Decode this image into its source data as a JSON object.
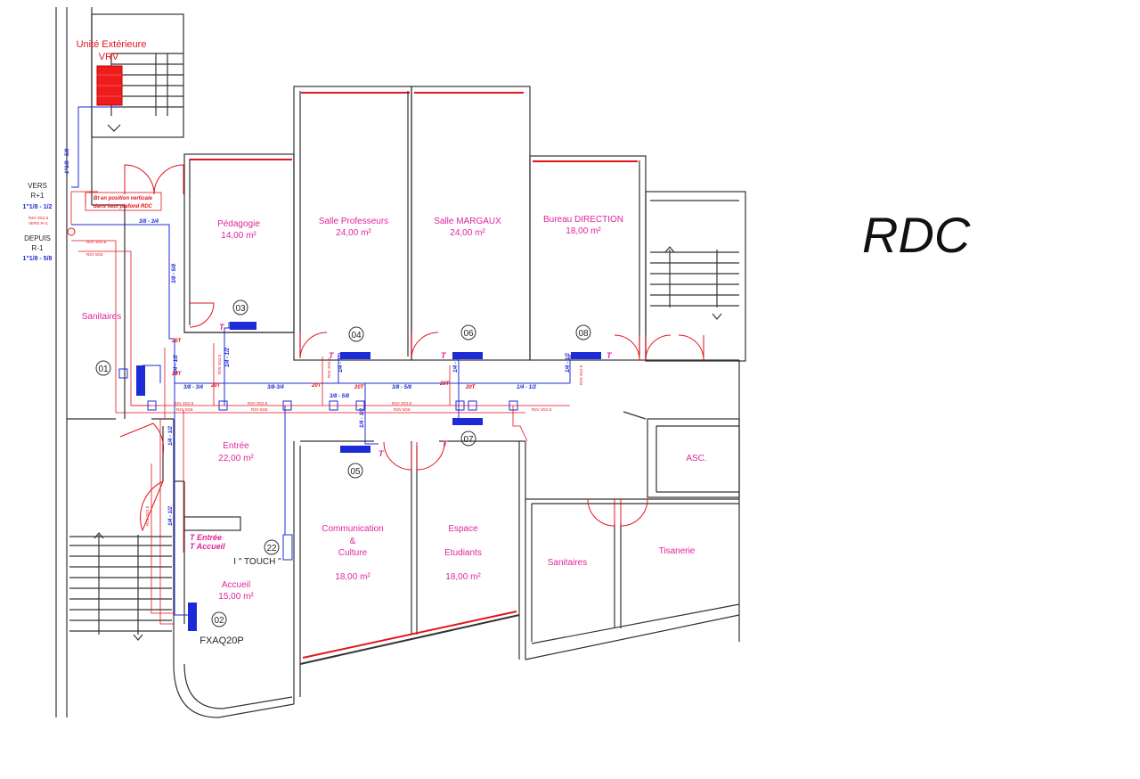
{
  "title": "RDC",
  "outdoor_unit": {
    "line1": "Unité Extérieure",
    "line2": "VRV"
  },
  "riser": {
    "vers": "VERS",
    "vers_level": "R+1",
    "vers_size": "1\"1/8 - 1/2",
    "depuis": "DEPUIS",
    "depuis_level": "R-1",
    "depuis_size": "1\"1/8 - 5/8",
    "vertical_size": "1\"1/8 - 5/8",
    "note_line1": "Bt en position verticale",
    "note_line2": "dans faux plafond RDC",
    "small_1": "R2V 3G2.5",
    "small_2": "VERS R+1"
  },
  "rooms": {
    "pedagogie": {
      "name": "Pédagogie",
      "area": "14,00 m²"
    },
    "salle_prof": {
      "name": "Salle Professeurs",
      "area": "24,00 m²"
    },
    "salle_margaux": {
      "name": "Salle MARGAUX",
      "area": "24,00 m²"
    },
    "bureau": {
      "name": "Bureau DIRECTION",
      "area": "18,00 m²"
    },
    "sanitaires_left": {
      "name": "Sanitaires"
    },
    "entree": {
      "name": "Entrée",
      "area": "22,00 m²"
    },
    "accueil": {
      "name": "Accueil",
      "area": "15,00 m²"
    },
    "communication": {
      "line1": "Communication",
      "line2": "&",
      "line3": "Culture",
      "area": "18,00 m²"
    },
    "espace": {
      "line1": "Espace",
      "line2": "Etudiants",
      "area": "18,00 m²"
    },
    "sanitaires_right": {
      "name": "Sanitaires"
    },
    "tisanerie": {
      "name": "Tisanerie"
    },
    "asc": {
      "name": "ASC."
    }
  },
  "units": {
    "u01": "01",
    "u02": "02",
    "u03": "03",
    "u04": "04",
    "u05": "05",
    "u06": "06",
    "u07": "07",
    "u08": "08",
    "u22": "22"
  },
  "labels": {
    "touch": "I \" TOUCH \"",
    "fxaq": "FXAQ20P",
    "t_entree": "T Entrée",
    "t_accueil": "T Accueil",
    "t": "T"
  },
  "pipe_sizes": {
    "s1": "3/8 - 3/4",
    "s2": "3/8 - 5/8",
    "s3": "3/8 - 3/4",
    "s4": "3/8-3/4",
    "s5": "3/8 - 5/8",
    "s6": "3/8 - 5/8",
    "s7": "1/4 - 1/2",
    "s8": "1/4 - 1/2",
    "s9": "1/4 - 1/2",
    "s10": "1/4 - 1/2",
    "s11": "1/4 - 1/2",
    "s12": "1/4 - 1/2",
    "s13": "1/4 - 1/2",
    "s14": "1/4 - 1/2",
    "s15": "3/8 - 5/8"
  },
  "cables": {
    "c1": "R2V 3G2.5",
    "c2": "R2V 5G6",
    "c3": "20T"
  },
  "colors": {
    "refrigerant": "#1d2bd6",
    "electric": "#e2141b",
    "room_text": "#e0249b"
  }
}
